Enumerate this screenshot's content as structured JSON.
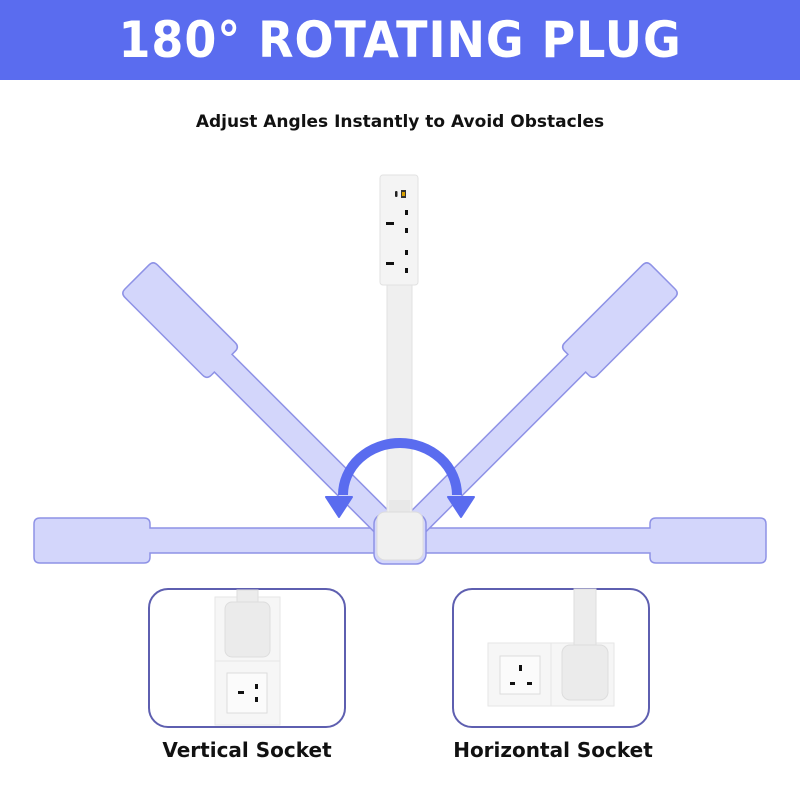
{
  "header": {
    "title": "180° ROTATING PLUG",
    "subtitle": "Adjust Angles Instantly to Avoid Obstacles"
  },
  "diagram": {
    "rotation_degrees": 180,
    "colors": {
      "banner": "#5a6cef",
      "ghost_fill": "#d3d6fb",
      "ghost_stroke": "#8e92e6",
      "arrow": "#5a6cef",
      "plug_white": "#f2f2f2",
      "panel_border": "#5e5fb0"
    },
    "power_strip": {
      "ports": [
        "usb-c-port",
        "usb-a-port",
        "uk-socket",
        "uk-socket"
      ]
    }
  },
  "panels": [
    {
      "id": "vertical",
      "label": "Vertical Socket"
    },
    {
      "id": "horizontal",
      "label": "Horizontal Socket"
    }
  ]
}
